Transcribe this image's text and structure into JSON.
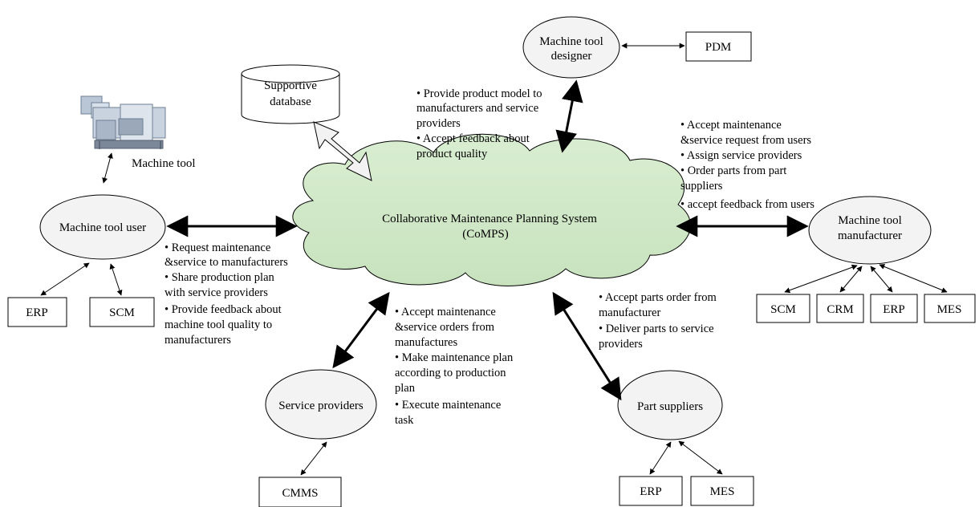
{
  "cloud": {
    "line1": "Collaborative Maintenance Planning System",
    "line2": "(CoMPS)",
    "fill": "#cfe6c6"
  },
  "database": {
    "line1": "Supportive",
    "line2": "database"
  },
  "machine_tool_image_label": "Machine tool",
  "actors": {
    "designer": {
      "line1": "Machine tool",
      "line2": "designer"
    },
    "user": {
      "label": "Machine tool user"
    },
    "manufacturer": {
      "line1": "Machine tool",
      "line2": "manufacturer"
    },
    "service": {
      "label": "Service providers"
    },
    "suppliers": {
      "label": "Part suppliers"
    }
  },
  "systems": {
    "designer": [
      "PDM"
    ],
    "user": [
      "ERP",
      "SCM"
    ],
    "manufacturer": [
      "SCM",
      "CRM",
      "ERP",
      "MES"
    ],
    "service": [
      "CMMS"
    ],
    "suppliers": [
      "ERP",
      "MES"
    ]
  },
  "notes": {
    "designer": [
      "• Provide product model to",
      "manufacturers and service",
      "providers",
      "• Accept feedback about",
      "product quality"
    ],
    "manufacturer": [
      "• Accept maintenance",
      "&service request from users",
      "• Assign service providers",
      "• Order parts from part",
      "suppliers",
      "• accept feedback from users"
    ],
    "user": [
      "• Request maintenance",
      "&service to manufacturers",
      "• Share production plan",
      "with service providers",
      "• Provide feedback about",
      "machine tool quality to",
      "manufacturers"
    ],
    "service": [
      "• Accept maintenance",
      "&service orders from",
      "manufactures",
      "• Make maintenance plan",
      "according to production",
      "plan",
      "• Execute maintenance",
      "task"
    ],
    "suppliers": [
      "• Accept parts order from",
      "manufacturer",
      "• Deliver parts to service",
      "providers"
    ]
  }
}
